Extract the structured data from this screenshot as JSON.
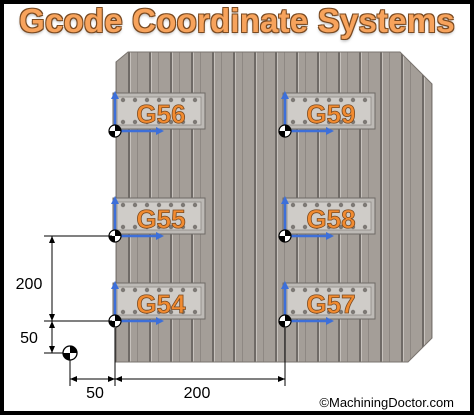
{
  "title": "Gcode Coordinate Systems",
  "copyright": "©MachiningDoctor.com",
  "coordinate_systems": [
    {
      "label": "G54",
      "column": "left",
      "row": "bottom"
    },
    {
      "label": "G55",
      "column": "left",
      "row": "middle"
    },
    {
      "label": "G56",
      "column": "left",
      "row": "top"
    },
    {
      "label": "G57",
      "column": "right",
      "row": "bottom"
    },
    {
      "label": "G58",
      "column": "right",
      "row": "middle"
    },
    {
      "label": "G59",
      "column": "right",
      "row": "top"
    }
  ],
  "dimensions": {
    "vertical_offset_label": "50",
    "vertical_spacing_label": "200",
    "horizontal_offset_label": "50",
    "horizontal_spacing_label": "200"
  },
  "colors": {
    "title": "#f7a35c",
    "label": "#f28b30",
    "axis": "#3d6fd9",
    "table": "#a29c96"
  },
  "icons": {
    "origin_marker": "machine-zero-icon",
    "work_offset_marker": "work-offset-zero-icon"
  }
}
